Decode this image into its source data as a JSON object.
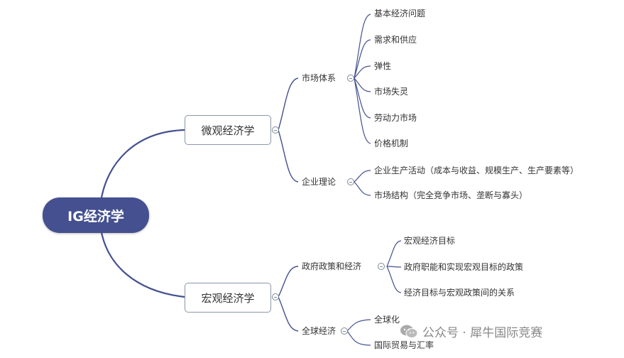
{
  "root": {
    "label": "IG经济学"
  },
  "branches": [
    {
      "label": "微观经济学",
      "subs": [
        {
          "label": "市场体系",
          "leaves": [
            "基本经济问题",
            "需求和供应",
            "弹性",
            "市场失灵",
            "劳动力市场",
            "价格机制"
          ]
        },
        {
          "label": "企业理论",
          "leaves": [
            "企业生产活动（成本与收益、规模生产、生产要素等）",
            "市场结构（完全竞争市场、垄断与寡头）"
          ]
        }
      ]
    },
    {
      "label": "宏观经济学",
      "subs": [
        {
          "label": "政府政策和经济",
          "leaves": [
            "宏观经济目标",
            "政府职能和实现宏观目标的政策",
            "经济目标与宏观政策间的关系"
          ]
        },
        {
          "label": "全球经济",
          "leaves": [
            "全球化",
            "国际贸易与汇率"
          ]
        }
      ]
    }
  ],
  "watermark": {
    "text": "公众号 · 犀牛国际竞赛"
  },
  "colors": {
    "root_fill": "#44508f",
    "line": "#44508f",
    "box_border": "#8a97a8",
    "text": "#333333"
  }
}
